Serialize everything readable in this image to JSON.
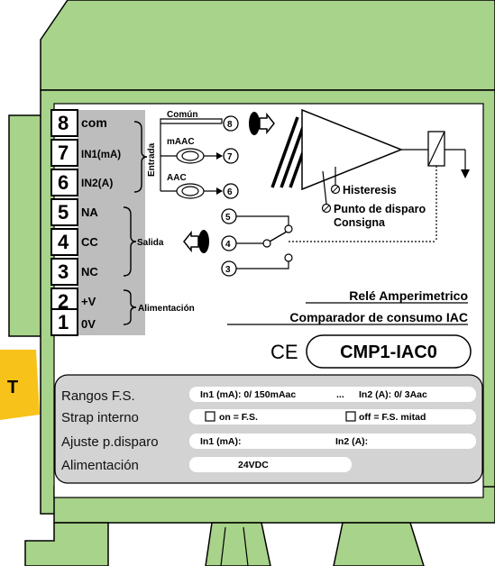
{
  "badge_text": "T",
  "terminals": [
    {
      "number": "8",
      "label": "com"
    },
    {
      "number": "7",
      "label": "IN1(mA)"
    },
    {
      "number": "6",
      "label": "IN2(A)"
    },
    {
      "number": "5",
      "label": "NA"
    },
    {
      "number": "4",
      "label": "CC"
    },
    {
      "number": "3",
      "label": "NC"
    },
    {
      "number": "2",
      "label": "+V"
    },
    {
      "number": "1",
      "label": "0V"
    }
  ],
  "groups": {
    "entrada": "Entrada",
    "salida": "Salida",
    "alimentacion": "Alimentación"
  },
  "diagram": {
    "comun": "Común",
    "maac": "mAAC",
    "aac": "AAC",
    "node_8": "8",
    "node_7": "7",
    "node_6": "6",
    "node_5": "5",
    "node_4": "4",
    "node_3": "3",
    "histeresis": "Histeresis",
    "punto_disparo": "Punto de disparo",
    "consigna": "Consigna"
  },
  "title_line1": "Relé Amperimetrico",
  "title_line2": "Comparador de consumo IAC",
  "ce_mark": "CE",
  "model": "CMP1-IAC0",
  "spec_panel": {
    "rangos_label": "Rangos F.S.",
    "rangos_in1": "In1 (mA): 0/ 150mAac",
    "rangos_sep": "...",
    "rangos_in2": "In2 (A): 0/  3Aac",
    "strap_label": "Strap interno",
    "strap_on": "on = F.S.",
    "strap_off": "off = F.S. mitad",
    "ajuste_label": "Ajuste p.disparo",
    "ajuste_in1": "In1 (mA):",
    "ajuste_in2": "In2 (A):",
    "alim_label": "Alimentación",
    "alim_value": "24VDC"
  },
  "colors": {
    "housing_green": "#a8d38a",
    "housing_green_dark": "#8fc070",
    "label_gray": "#bdbdbd",
    "panel_gray": "#d3d3d3",
    "badge_yellow": "#f7c21a"
  }
}
